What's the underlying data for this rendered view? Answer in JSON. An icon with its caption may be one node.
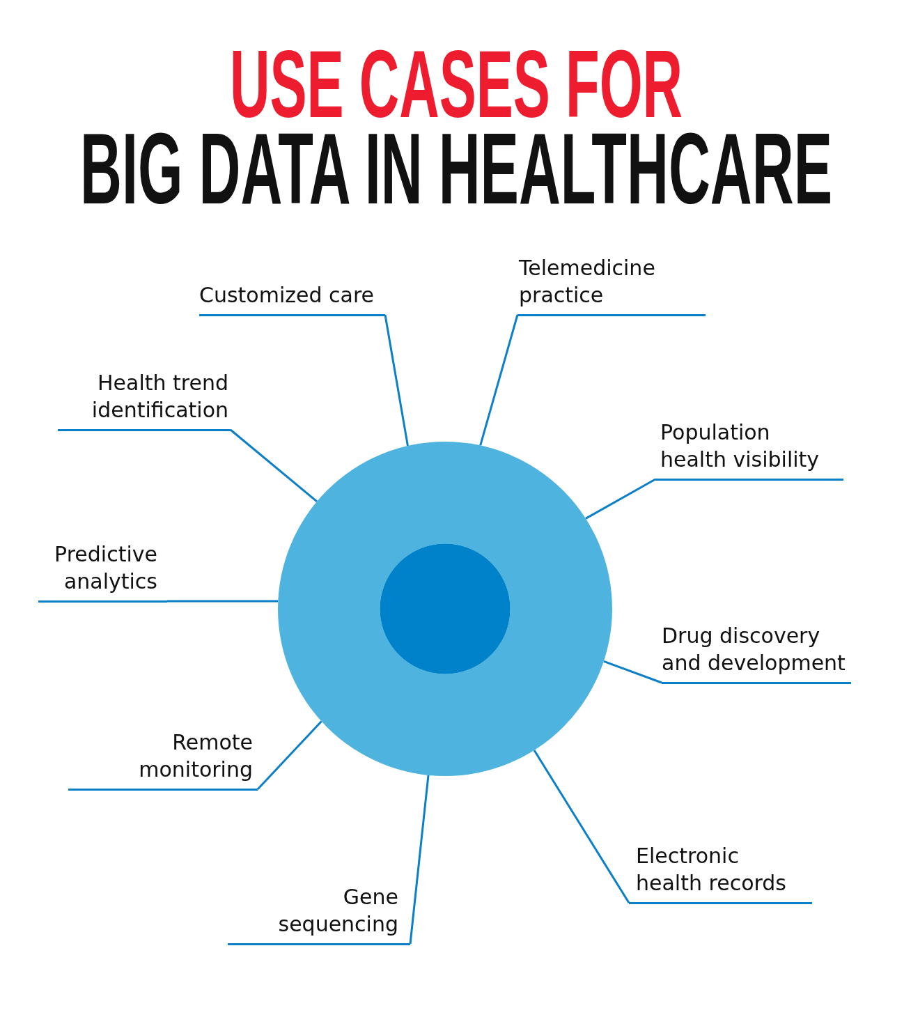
{
  "diagram": {
    "title": "USE CASES FOR BIG DATA IN HEALTHCARE",
    "nodes": [
      {
        "text": [
          "Customized care"
        ]
      },
      {
        "text": [
          "Telemedicine practice"
        ]
      },
      {
        "text": [
          "Health trend identification"
        ]
      },
      {
        "text": [
          "Population health visibility"
        ]
      },
      {
        "text": [],
        "shape": "circle"
      },
      {
        "text": [
          "Predictive analytics"
        ]
      },
      {
        "text": [
          "Drug discovery and development"
        ]
      },
      {
        "text": [
          "Remote monitoring"
        ]
      },
      {
        "text": [
          "Electronic health records"
        ]
      },
      {
        "text": [
          "Gene sequencing"
        ]
      }
    ],
    "edges": [
      {
        "from": 0,
        "to": 4,
        "arrow": "none"
      },
      {
        "from": 1,
        "to": 4,
        "arrow": "none"
      },
      {
        "from": 2,
        "to": 4,
        "arrow": "none"
      },
      {
        "from": 3,
        "to": 4,
        "arrow": "none"
      },
      {
        "from": 5,
        "to": 4,
        "arrow": "none"
      },
      {
        "from": 6,
        "to": 4,
        "arrow": "none"
      },
      {
        "from": 7,
        "to": 4,
        "arrow": "none"
      },
      {
        "from": 8,
        "to": 4,
        "arrow": "none"
      },
      {
        "from": 9,
        "to": 4,
        "arrow": "none"
      }
    ]
  }
}
